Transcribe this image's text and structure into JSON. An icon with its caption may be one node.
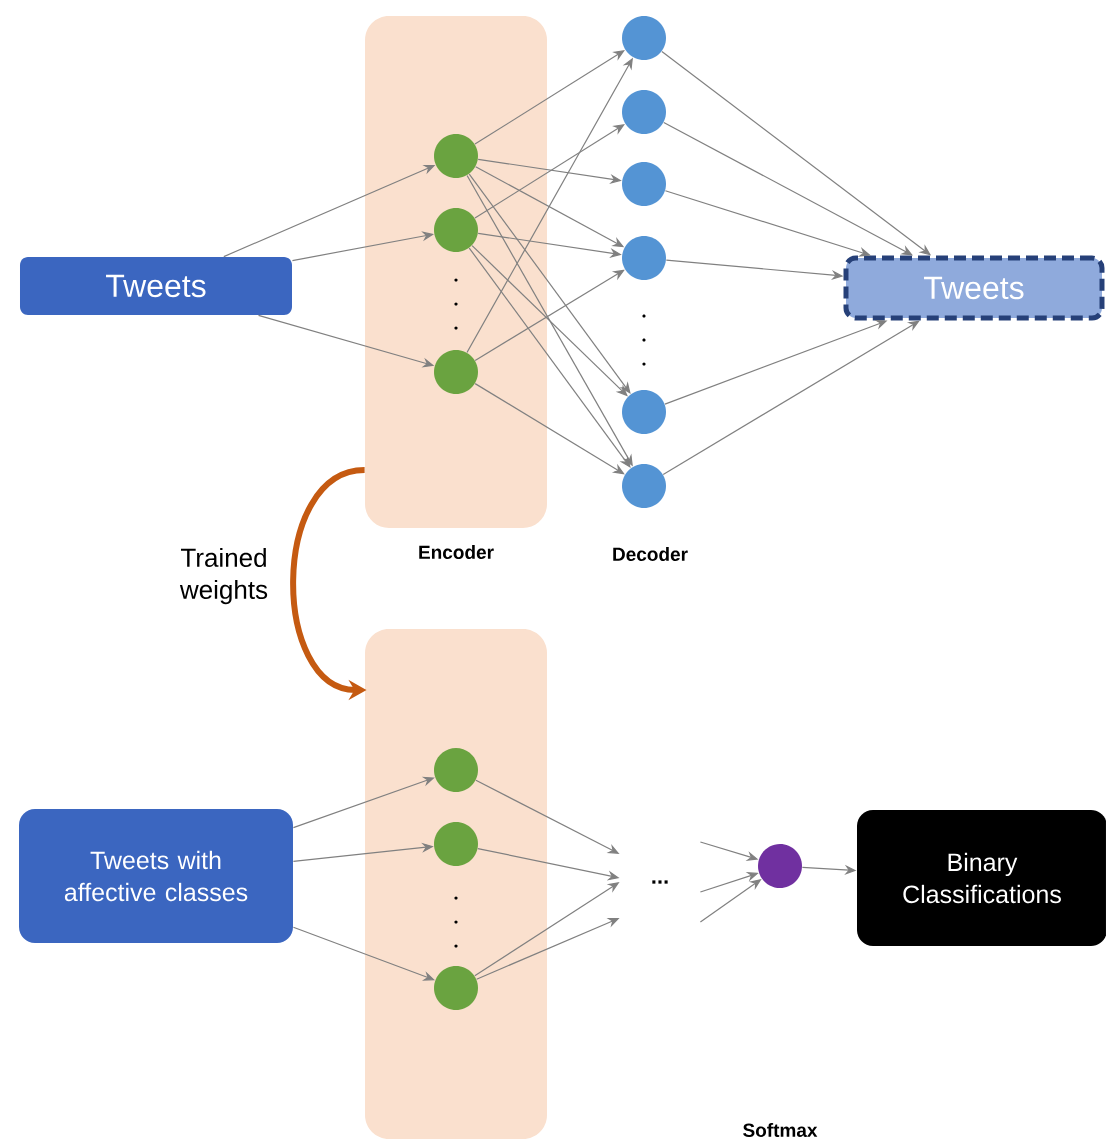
{
  "diagram": {
    "nodes": [
      {
        "text": [
          "Tweets"
        ]
      },
      {
        "text": [
          "Encoder"
        ]
      },
      {
        "text": [],
        "shape": "circle",
        "in": 1
      },
      {
        "text": [],
        "shape": "circle",
        "in": 1
      },
      {
        "text": [],
        "shape": "circle",
        "in": 1
      },
      {
        "text": [],
        "shape": "circle"
      },
      {
        "text": [],
        "shape": "circle"
      },
      {
        "text": [],
        "shape": "circle"
      },
      {
        "text": [],
        "shape": "circle"
      },
      {
        "text": [],
        "shape": "circle"
      },
      {
        "text": [],
        "shape": "circle"
      },
      {
        "text": [
          "Tweets"
        ]
      },
      {
        "text": [],
        "shape": "box"
      },
      {
        "text": [
          "Tweets with affective classes"
        ]
      },
      {
        "text": [],
        "shape": "circle",
        "in": 12
      },
      {
        "text": [],
        "shape": "circle",
        "in": 12
      },
      {
        "text": [],
        "shape": "circle",
        "in": 12
      },
      {
        "text": [
          "..."
        ]
      },
      {
        "text": [],
        "shape": "circle"
      },
      {
        "text": [
          "Binary Classifications"
        ]
      }
    ],
    "edges": [
      {
        "from": 0,
        "to": 2,
        "arrow": "to"
      },
      {
        "from": 0,
        "to": 3,
        "arrow": "to"
      },
      {
        "from": 0,
        "to": 4,
        "arrow": "to"
      },
      {
        "from": 2,
        "to": 5,
        "arrow": "to"
      },
      {
        "from": 2,
        "to": 7,
        "arrow": "to"
      },
      {
        "from": 2,
        "to": 8,
        "arrow": "to"
      },
      {
        "from": 2,
        "to": 9,
        "arrow": "to"
      },
      {
        "from": 2,
        "to": 10,
        "arrow": "to"
      },
      {
        "from": 3,
        "to": 6,
        "arrow": "to"
      },
      {
        "from": 3,
        "to": 8,
        "arrow": "to"
      },
      {
        "from": 3,
        "to": 9,
        "arrow": "to"
      },
      {
        "from": 3,
        "to": 10,
        "arrow": "to"
      },
      {
        "from": 4,
        "to": 5,
        "arrow": "to"
      },
      {
        "from": 4,
        "to": 8,
        "arrow": "to"
      },
      {
        "from": 4,
        "to": 10,
        "arrow": "to"
      },
      {
        "from": 5,
        "to": 11,
        "arrow": "to"
      },
      {
        "from": 6,
        "to": 11,
        "arrow": "to"
      },
      {
        "from": 7,
        "to": 11,
        "arrow": "to"
      },
      {
        "from": 8,
        "to": 11,
        "arrow": "to"
      },
      {
        "from": 9,
        "to": 11,
        "arrow": "to"
      },
      {
        "from": 10,
        "to": 11,
        "arrow": "to"
      },
      {
        "from": 1,
        "to": 12,
        "arrow": "to",
        "label": "Trained weights",
        "style": "thick",
        "color": "#c55a11"
      },
      {
        "from": 13,
        "to": 14,
        "arrow": "to"
      },
      {
        "from": 13,
        "to": 15,
        "arrow": "to"
      },
      {
        "from": 13,
        "to": 16,
        "arrow": "to"
      },
      {
        "from": 14,
        "to": 17,
        "arrow": "to"
      },
      {
        "from": 15,
        "to": 17,
        "arrow": "to"
      },
      {
        "from": 16,
        "to": 17,
        "arrow": "to"
      },
      {
        "from": 16,
        "to": 17,
        "arrow": "to"
      },
      {
        "from": 17,
        "to": 18,
        "arrow": "to"
      },
      {
        "from": 17,
        "to": 18,
        "arrow": "to"
      },
      {
        "from": 17,
        "to": 18,
        "arrow": "to"
      },
      {
        "from": 18,
        "to": 19,
        "arrow": "to"
      }
    ],
    "labels": [
      "Decoder",
      "Softmax"
    ]
  }
}
